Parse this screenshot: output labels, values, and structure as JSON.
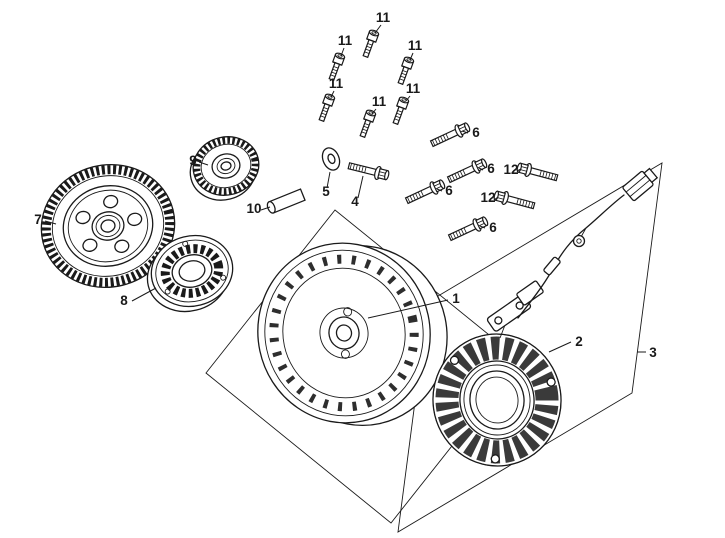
{
  "diagram": {
    "colors": {
      "background": "#ffffff",
      "line": "#1a1a1a"
    },
    "callouts": {
      "n1": "1",
      "n2": "2",
      "n3": "3",
      "n4": "4",
      "n5": "5",
      "n6a": "6",
      "n6b": "6",
      "n6c": "6",
      "n6d": "6",
      "n7": "7",
      "n8": "8",
      "n9": "9",
      "n10": "10",
      "n11a": "11",
      "n11b": "11",
      "n11c": "11",
      "n11d": "11",
      "n11e": "11",
      "n11f": "11",
      "n12a": "12",
      "n12b": "12"
    }
  }
}
